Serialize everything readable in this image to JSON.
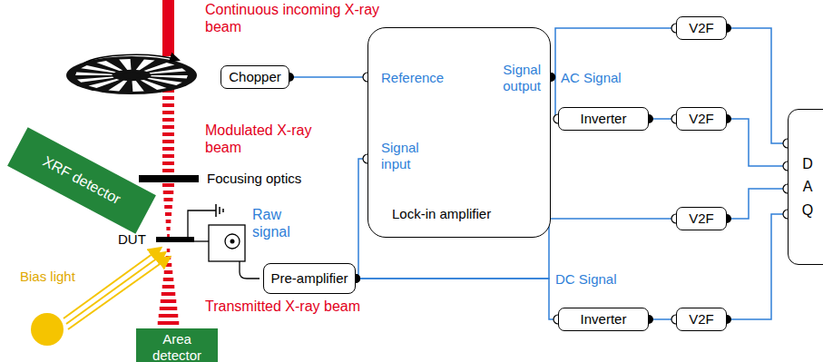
{
  "diagram": {
    "nodes": [
      {
        "text": [
          "Chopper"
        ]
      },
      {
        "text": [
          "Reference",
          "Signal input",
          "Signal output",
          "Lock-in amplifier"
        ]
      },
      {
        "text": [
          "V2F"
        ]
      },
      {
        "text": [
          "Inverter"
        ]
      },
      {
        "text": [
          "V2F"
        ]
      },
      {
        "text": [
          "V2F"
        ]
      },
      {
        "text": [
          "Inverter"
        ]
      },
      {
        "text": [
          "V2F"
        ]
      },
      {
        "text": [
          "D A Q"
        ]
      },
      {
        "text": [
          "Pre-amplifier"
        ]
      },
      {
        "text": [
          "XRF detector"
        ]
      },
      {
        "text": [
          "Area detector"
        ]
      }
    ],
    "edges": [
      {
        "from": 0,
        "to": 1,
        "arrow": "none"
      },
      {
        "from": 1,
        "to": 2,
        "arrow": "none"
      },
      {
        "from": 1,
        "to": 3,
        "arrow": "none"
      },
      {
        "from": 3,
        "to": 4,
        "arrow": "none"
      },
      {
        "from": 9,
        "to": 1,
        "arrow": "none"
      },
      {
        "from": 9,
        "to": 5,
        "arrow": "none"
      },
      {
        "from": 9,
        "to": 6,
        "arrow": "none"
      },
      {
        "from": 6,
        "to": 7,
        "arrow": "none"
      },
      {
        "from": 2,
        "to": 8,
        "arrow": "none"
      },
      {
        "from": 4,
        "to": 8,
        "arrow": "none"
      },
      {
        "from": 5,
        "to": 8,
        "arrow": "none"
      },
      {
        "from": 7,
        "to": 8,
        "arrow": "none"
      }
    ],
    "labels": [
      "Continuous incoming X-ray beam",
      "Modulated X-ray beam",
      "Focusing optics",
      "DUT",
      "Raw signal",
      "Bias light",
      "Transmitted X-ray beam",
      "AC Signal",
      "DC Signal"
    ]
  }
}
